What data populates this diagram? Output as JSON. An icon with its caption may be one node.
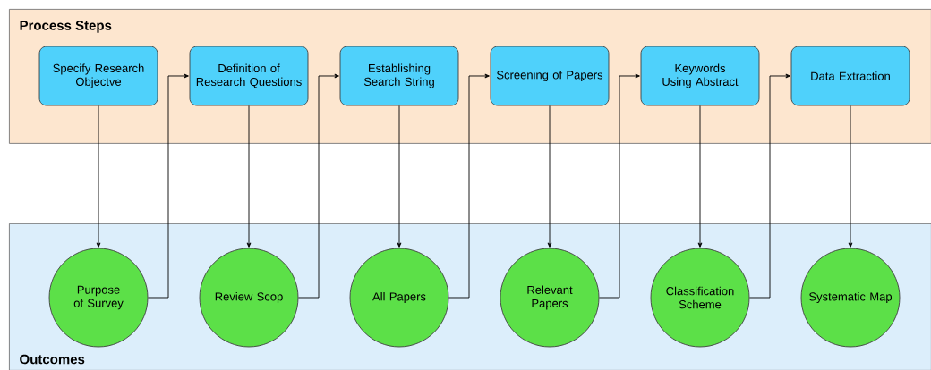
{
  "diagram": {
    "nodes": [
      {
        "text": [
          "Process Steps"
        ]
      },
      {
        "text": [
          "Specify Research Objectve"
        ],
        "in": 0
      },
      {
        "text": [
          "Definition of Research Questions"
        ],
        "in": 0
      },
      {
        "text": [
          "Establishing Search String"
        ],
        "in": 0
      },
      {
        "text": [
          "Screening of Papers"
        ],
        "in": 0
      },
      {
        "text": [
          "Keywords Using Abstract"
        ],
        "in": 0
      },
      {
        "text": [
          "Data Extraction"
        ],
        "in": 0
      },
      {
        "text": [
          "Outcomes"
        ]
      },
      {
        "text": [
          "Purpose of Survey"
        ],
        "in": 7
      },
      {
        "text": [
          "Review Scop"
        ],
        "in": 7
      },
      {
        "text": [
          "All Papers"
        ],
        "in": 7
      },
      {
        "text": [
          "Relevant Papers"
        ],
        "in": 7
      },
      {
        "text": [
          "Classification Scheme"
        ],
        "in": 7
      },
      {
        "text": [
          "Systematic Map"
        ],
        "in": 7
      }
    ],
    "edges": [
      {
        "from": 1,
        "to": 8,
        "arrow": "to"
      },
      {
        "from": 8,
        "to": 2,
        "arrow": "to"
      },
      {
        "from": 2,
        "to": 9,
        "arrow": "to"
      },
      {
        "from": 9,
        "to": 3,
        "arrow": "to"
      },
      {
        "from": 3,
        "to": 10,
        "arrow": "to"
      },
      {
        "from": 10,
        "to": 4,
        "arrow": "to"
      },
      {
        "from": 4,
        "to": 11,
        "arrow": "to"
      },
      {
        "from": 11,
        "to": 5,
        "arrow": "to"
      },
      {
        "from": 5,
        "to": 12,
        "arrow": "to"
      },
      {
        "from": 12,
        "to": 6,
        "arrow": "to"
      },
      {
        "from": 6,
        "to": 13,
        "arrow": "to"
      }
    ]
  }
}
